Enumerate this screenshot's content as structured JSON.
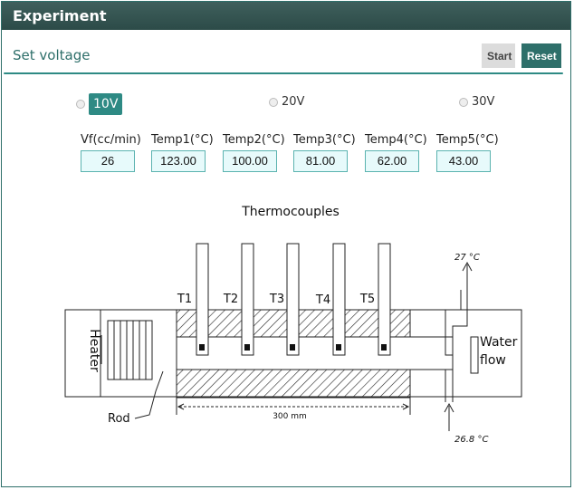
{
  "window": {
    "title": "Experiment"
  },
  "header": {
    "title": "Set voltage",
    "start_label": "Start",
    "reset_label": "Reset"
  },
  "voltage": {
    "options": [
      "10V",
      "20V",
      "30V"
    ],
    "selected": "10V"
  },
  "fields": [
    {
      "label": "Vf(cc/min)",
      "value": "26"
    },
    {
      "label": "Temp1(°C)",
      "value": "123.00"
    },
    {
      "label": "Temp2(°C)",
      "value": "100.00"
    },
    {
      "label": "Temp3(°C)",
      "value": "81.00"
    },
    {
      "label": "Temp4(°C)",
      "value": "62.00"
    },
    {
      "label": "Temp5(°C)",
      "value": "43.00"
    }
  ],
  "diagram": {
    "title": "Thermocouples",
    "thermocouples": [
      "T1",
      "T2",
      "T3",
      "T4",
      "T5"
    ],
    "heater_label": "Heater",
    "rod_label": "Rod",
    "length_label": "300 mm",
    "water_label_1": "Water",
    "water_label_2": "flow",
    "temp_out": "27 °C",
    "temp_in": "26.8 °C"
  }
}
